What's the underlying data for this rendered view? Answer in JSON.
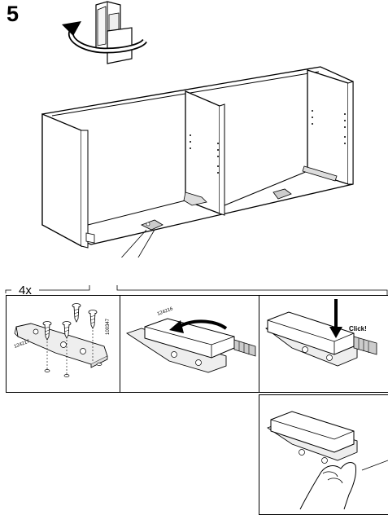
{
  "step": {
    "number": "5"
  },
  "callout": {
    "quantity": "4x"
  },
  "parts": {
    "plate_id": "124217",
    "screw_id": "100347",
    "damper_id": "124216"
  },
  "labels": {
    "click": "Click!"
  }
}
